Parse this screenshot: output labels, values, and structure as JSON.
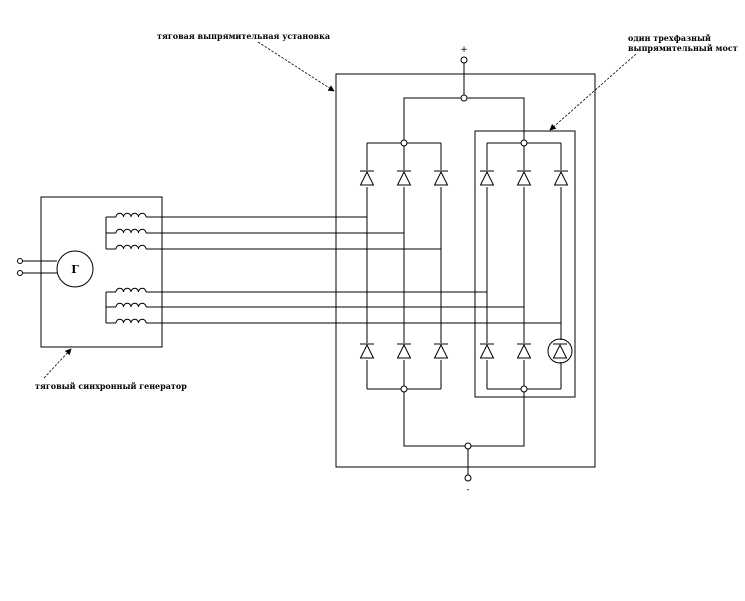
{
  "labels": {
    "rectifier_unit": "тяговая выпрямительная установка",
    "bridge_line1": "один трехфазный",
    "bridge_line2": "выпрямительный мост",
    "generator": "тяговый синхронный генератор",
    "generator_symbol": "Г",
    "plus": "+",
    "minus": "-"
  },
  "colors": {
    "line": "#000000",
    "background": "#ffffff"
  }
}
